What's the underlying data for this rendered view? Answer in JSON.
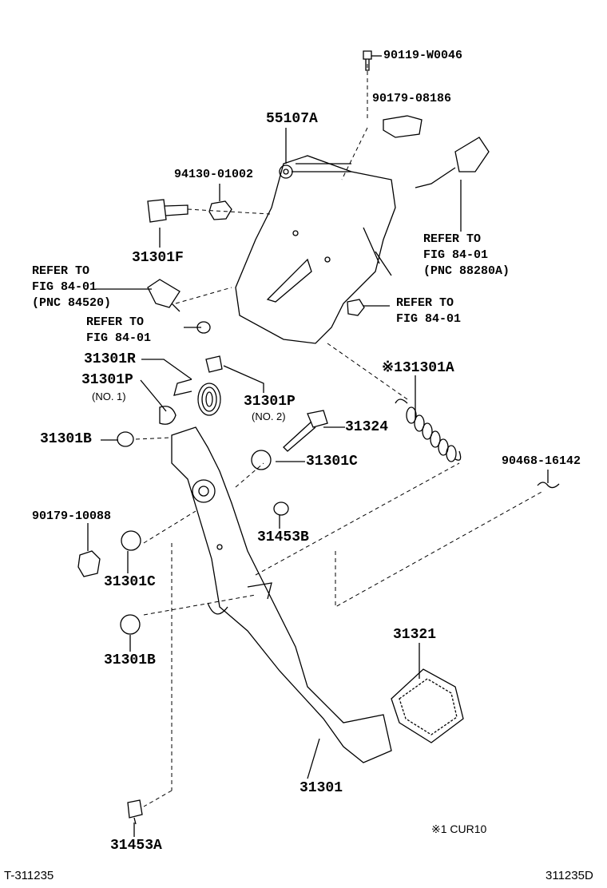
{
  "labels": {
    "bolt_top": "90119-W0046",
    "clip_top": "90179-08186",
    "bracket": "55107A",
    "nut": "94130-01002",
    "bolt_left": "31301F",
    "refer_right_top": [
      "REFER TO",
      "FIG 84-01",
      "(PNC 88280A)"
    ],
    "refer_left_top": [
      "REFER TO",
      "FIG 84-01",
      "(PNC 84520)"
    ],
    "refer_left_mid": [
      "REFER TO",
      "FIG 84-01"
    ],
    "refer_right_mid": [
      "REFER TO",
      "FIG 84-01"
    ],
    "pin_r": "31301R",
    "pin_p1": "31301P",
    "pin_p1_note": "(NO. 1)",
    "spring_a": "※131301A",
    "pin_p2": "31301P",
    "pin_p2_note": "(NO. 2)",
    "bush_b_upper": "31301B",
    "bolt_31324": "31324",
    "collar_c_upper": "31301C",
    "clip_right": "90468-16142",
    "nut_lower": "90179-10088",
    "stopper_b": "31453B",
    "collar_c_lower": "31301C",
    "pad": "31321",
    "bush_b_lower": "31301B",
    "pedal": "31301",
    "stopper_a": "31453A",
    "footnote": "※1 CUR10",
    "figure_id_left": "T-311235",
    "figure_id_right": "311235D"
  }
}
